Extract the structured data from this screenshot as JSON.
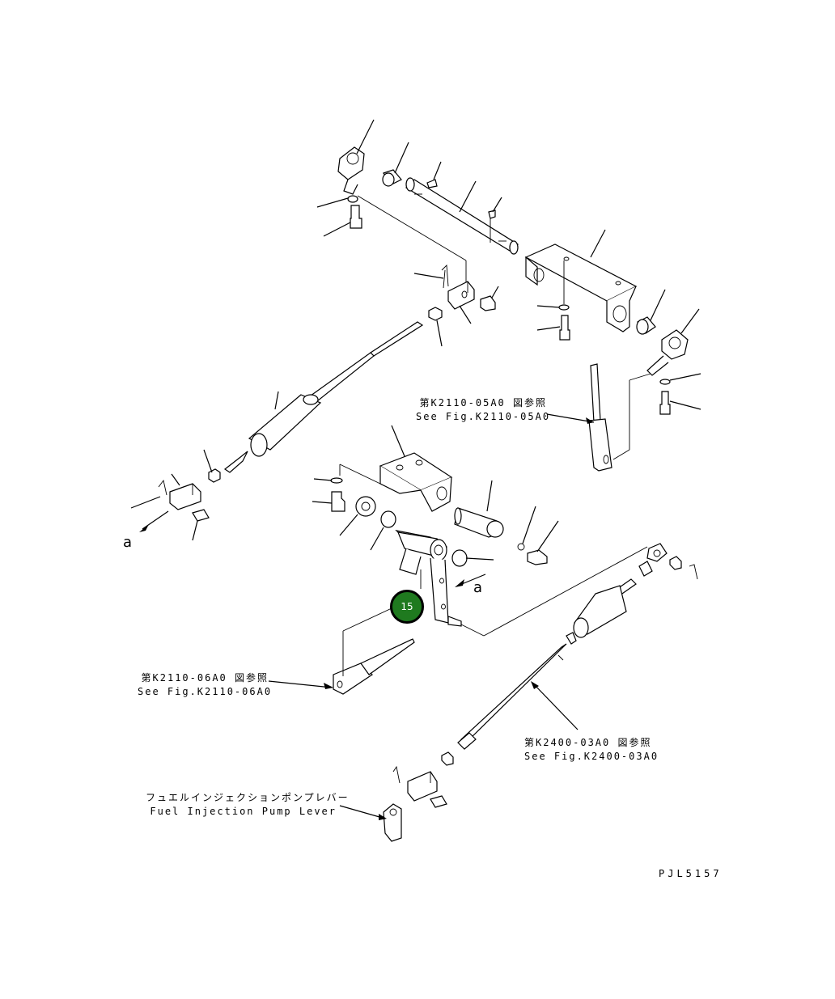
{
  "references": {
    "k2110_05a0": {
      "ja": "第K2110-05A0 図参照",
      "en": "See Fig.K2110-05A0"
    },
    "k2110_06a0": {
      "ja": "第K2110-06A0 図参照",
      "en": "See Fig.K2110-06A0"
    },
    "k2400_03a0": {
      "ja": "第K2400-03A0 図参照",
      "en": "See Fig.K2400-03A0"
    },
    "fuel_lever": {
      "ja": "フュエルインジェクションポンプレバー",
      "en": "Fuel Injection Pump Lever"
    }
  },
  "view_markers": {
    "left": "a",
    "center": "a"
  },
  "callout": {
    "number": "15",
    "color": "#1f7a1f"
  },
  "drawing_code": "PJL5157"
}
